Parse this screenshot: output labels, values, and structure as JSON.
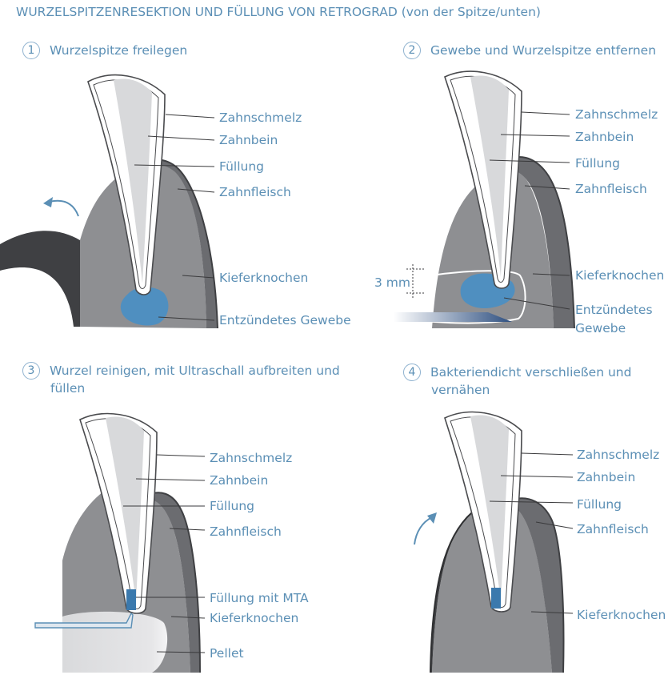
{
  "title": "WURZELSPITZENRESEKTION UND FÜLLUNG VON RETROGRAD (von der Spitze/unten)",
  "colors": {
    "text": "#5b8fb5",
    "bone": "#8e8f92",
    "gum": "#6b6c70",
    "gum_dark": "#3f4043",
    "tooth_outline": "#4a4b4e",
    "dentin": "#d8d9db",
    "pulp": "#f2f2f3",
    "infection": "#4f8fc0",
    "mta": "#3b79ad"
  },
  "steps": [
    {
      "number": "1",
      "text": "Wurzelspitze freilegen",
      "labels": [
        "Zahnschmelz",
        "Zahnbein",
        "Füllung",
        "Zahnfleisch",
        "Kieferknochen",
        "Entzündetes Gewebe"
      ]
    },
    {
      "number": "2",
      "text": "Gewebe und Wurzelspitze entfernen",
      "labels": [
        "Zahnschmelz",
        "Zahnbein",
        "Füllung",
        "Zahnfleisch",
        "Kieferknochen",
        "Entzündetes",
        "Gewebe"
      ],
      "measure": "3 mm"
    },
    {
      "number": "3",
      "text_line1": "Wurzel reinigen, mit Ultraschall aufbreiten und",
      "text_line2": "füllen",
      "labels": [
        "Zahnschmelz",
        "Zahnbein",
        "Füllung",
        "Zahnfleisch",
        "Füllung mit MTA",
        "Kieferknochen",
        "Pellet"
      ]
    },
    {
      "number": "4",
      "text_line1": "Bakteriendicht verschließen und",
      "text_line2": "vernähen",
      "labels": [
        "Zahnschmelz",
        "Zahnbein",
        "Füllung",
        "Zahnfleisch",
        "Kieferknochen"
      ]
    }
  ]
}
